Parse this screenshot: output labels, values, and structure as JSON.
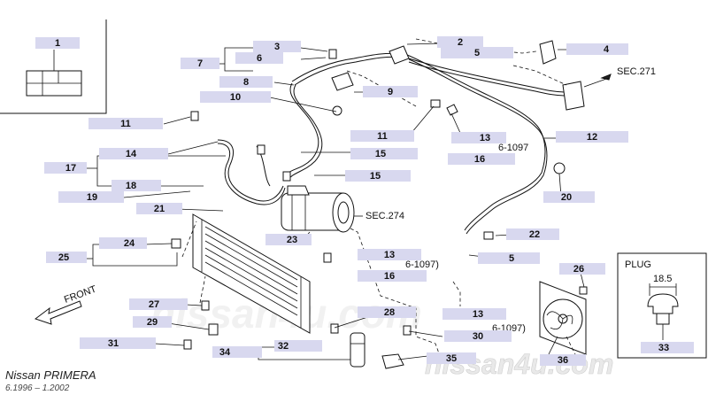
{
  "callouts": {
    "l1": "1",
    "l2": "2",
    "l3": "3",
    "l4": "4",
    "l5": "5",
    "l6": "6",
    "l7": "7",
    "l8": "8",
    "l9": "9",
    "l10": "10",
    "l11a": "11",
    "l11b": "11",
    "l12": "12",
    "l13a": "13",
    "l13b": "13",
    "l13c": "13",
    "l14": "14",
    "l15a": "15",
    "l15b": "15",
    "l16a": "16",
    "l16b": "16",
    "l17": "17",
    "l18": "18",
    "l19": "19",
    "l20": "20",
    "l21": "21",
    "l22": "22",
    "l23": "23",
    "l24": "24",
    "l25": "25",
    "l26": "26",
    "l27": "27",
    "l28": "28",
    "l29": "29",
    "l30": "30",
    "l31": "31",
    "l32": "32",
    "l33": "33",
    "l34": "34",
    "l35": "35",
    "l36": "36",
    "l5b": "5"
  },
  "refs": {
    "sec271": "SEC.271",
    "sec274": "SEC.274",
    "ref1": "6-1097",
    "ref2": "6-1097)",
    "ref3": "6-1097)"
  },
  "plug": {
    "title": "PLUG",
    "dimension": "18.5"
  },
  "front_label": "FRONT",
  "footer": {
    "model": "Nissan PRIMERA",
    "dates": "6.1996 – 1.2002"
  },
  "watermark": {
    "main": "nissan4u.com",
    "corner": "nissan4u.com"
  }
}
